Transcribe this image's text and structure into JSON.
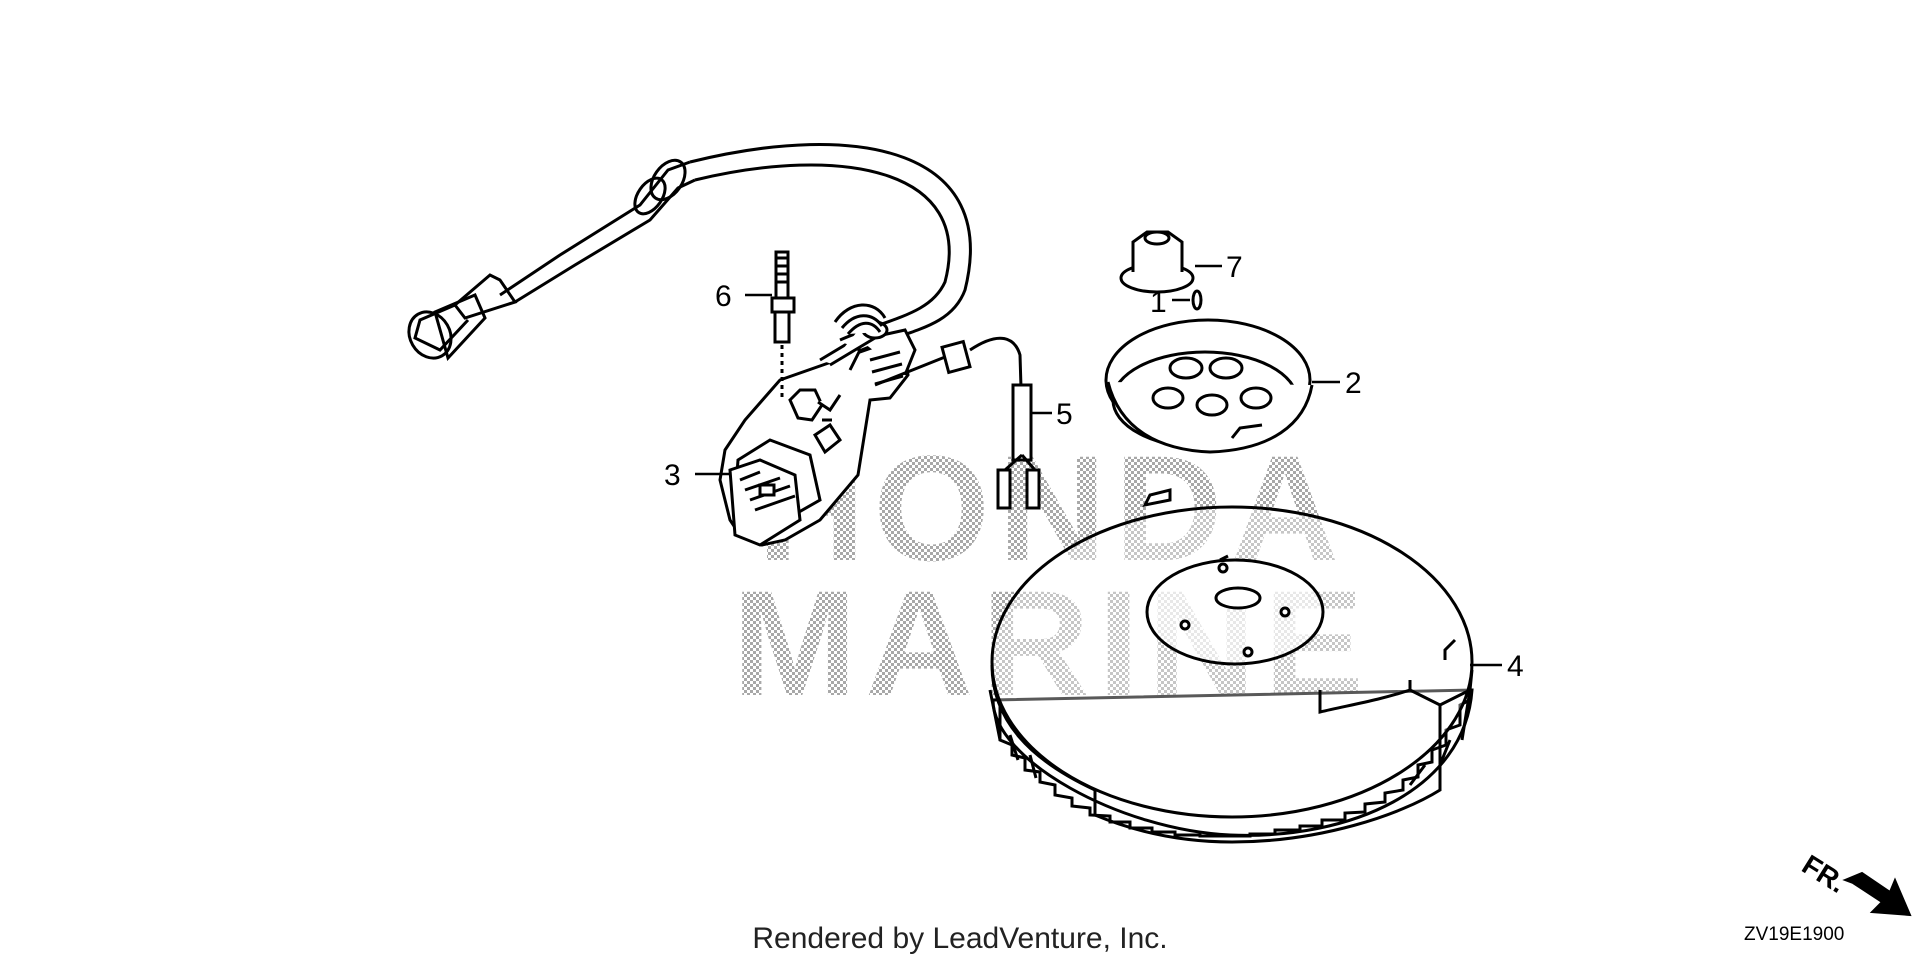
{
  "diagram": {
    "watermark": [
      "HONDA",
      "MARINE"
    ],
    "callouts": [
      {
        "label": "1",
        "part": "pin"
      },
      {
        "label": "2",
        "part": "cooling-fan-plate"
      },
      {
        "label": "3",
        "part": "ignition-coil"
      },
      {
        "label": "4",
        "part": "flywheel"
      },
      {
        "label": "5",
        "part": "lead-wire-connector"
      },
      {
        "label": "6",
        "part": "stud-bolt"
      },
      {
        "label": "7",
        "part": "flange-nut"
      }
    ],
    "direction_indicator": "FR.",
    "drawing_code": "ZV19E1900"
  },
  "footer": {
    "credit": "Rendered by LeadVenture, Inc."
  }
}
